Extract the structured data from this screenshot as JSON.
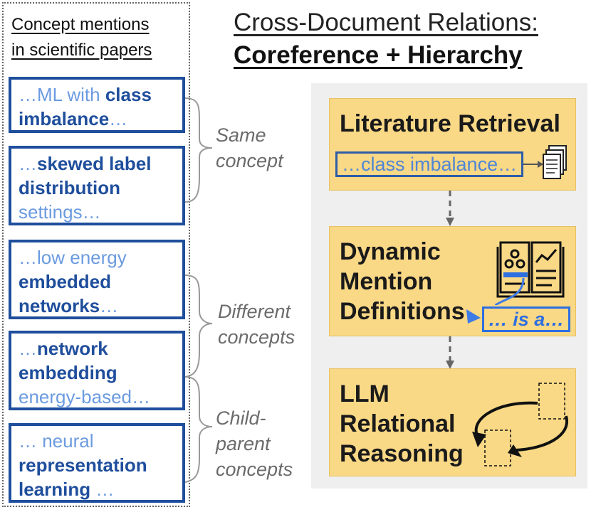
{
  "left_panel": {
    "title_line1": "Concept mentions",
    "title_line2": "in scientific papers",
    "mentions": [
      {
        "pre": "…ML with ",
        "bold": "class imbalance",
        "post": "…"
      },
      {
        "pre": "…",
        "bold": "skewed label distribution",
        "post": " settings…"
      },
      {
        "pre": "…low energy ",
        "bold": "embedded networks",
        "post": "…"
      },
      {
        "pre": "…",
        "bold": "network embedding",
        "post": " energy-based…"
      },
      {
        "pre": "… neural ",
        "bold": "representation learning",
        "post": " …"
      }
    ]
  },
  "relation_labels": {
    "same": [
      "Same",
      "concept"
    ],
    "different": [
      "Different",
      "concepts"
    ],
    "child_parent": [
      "Child-",
      "parent",
      "concepts"
    ]
  },
  "header": {
    "line1": "Cross-Document Relations:",
    "line2": "Coreference + Hierarchy"
  },
  "pipeline": {
    "retrieval": {
      "title": "Literature Retrieval",
      "query": "…class imbalance…"
    },
    "definitions": {
      "title_lines": [
        "Dynamic",
        "Mention",
        "Definitions"
      ],
      "snippet": "… is a…"
    },
    "reasoning": {
      "title_lines": [
        "LLM",
        "Relational",
        "Reasoning"
      ]
    }
  },
  "colors": {
    "mention_border": "#1f4e9c",
    "mention_light_text": "#6b9be0",
    "stage_fill": "#f9d886",
    "panel_bg": "#efefef",
    "label_gray": "#6b6b6b"
  },
  "icons": [
    "document-stack-icon",
    "open-book-icon",
    "cycle-arrows-icon"
  ]
}
